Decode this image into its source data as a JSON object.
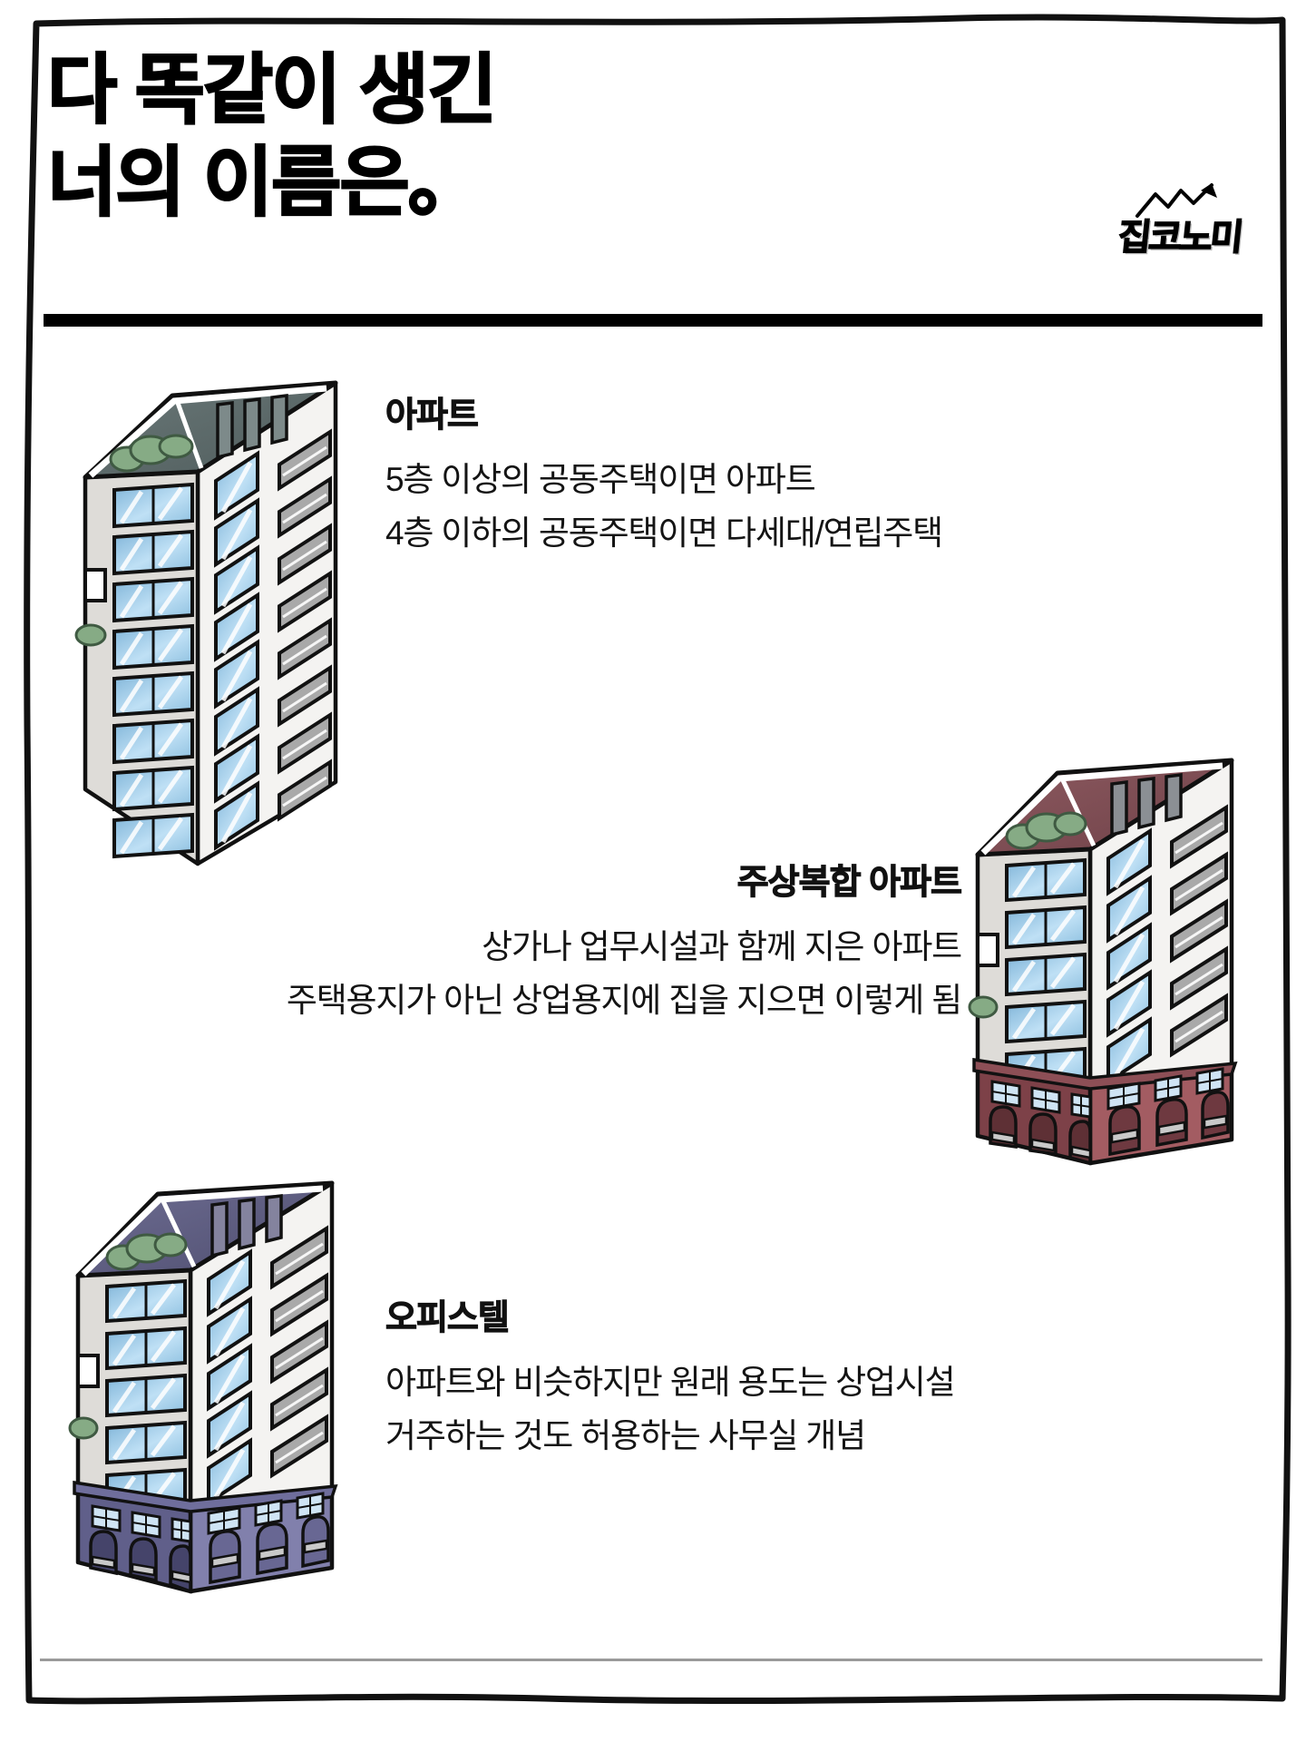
{
  "page": {
    "background_color": "#ffffff",
    "frame_color": "#000000",
    "divider_color": "#000000",
    "thin_rule_color": "#9a9a9a"
  },
  "header": {
    "title_line1": "다 똑같이 생긴",
    "title_line2": "너의 이름은。",
    "logo_text": "집코노미",
    "logo_icon": "rising-chart-arrow-icon"
  },
  "sections": [
    {
      "id": "apartment",
      "heading": "아파트",
      "lines": [
        "5층 이상의 공동주택이면 아파트",
        "4층 이하의 공동주택이면 다세대/연립주택"
      ],
      "align": "left",
      "illustration": "apartment-building-illustration"
    },
    {
      "id": "mixed-use",
      "heading": "주상복합 아파트",
      "lines": [
        "상가나 업무시설과 함께 지은 아파트",
        "주택용지가 아닌 상업용지에 집을 지으면 이렇게 됨"
      ],
      "align": "right",
      "illustration": "mixed-use-building-illustration"
    },
    {
      "id": "officetel",
      "heading": "오피스텔",
      "lines": [
        "아파트와 비슷하지만 원래 용도는 상업시설",
        "거주하는 것도 허용하는 사무실 개념"
      ],
      "align": "left",
      "illustration": "officetel-building-illustration"
    }
  ],
  "colors": {
    "wall_light": "#f2f1ef",
    "wall_shadow": "#dcdad6",
    "window_blue_light": "#bfe0f5",
    "window_blue_dark": "#7fb4d8",
    "roof_glass": "#5d6a6a",
    "foliage_green": "#86ab85",
    "maroon_base_dark": "#7d4148",
    "maroon_base_light": "#a35c62",
    "purple_base_dark": "#605f8a",
    "purple_base_light": "#8180ac",
    "outline": "#111111",
    "balcony_gray": "#a9a9a9"
  }
}
